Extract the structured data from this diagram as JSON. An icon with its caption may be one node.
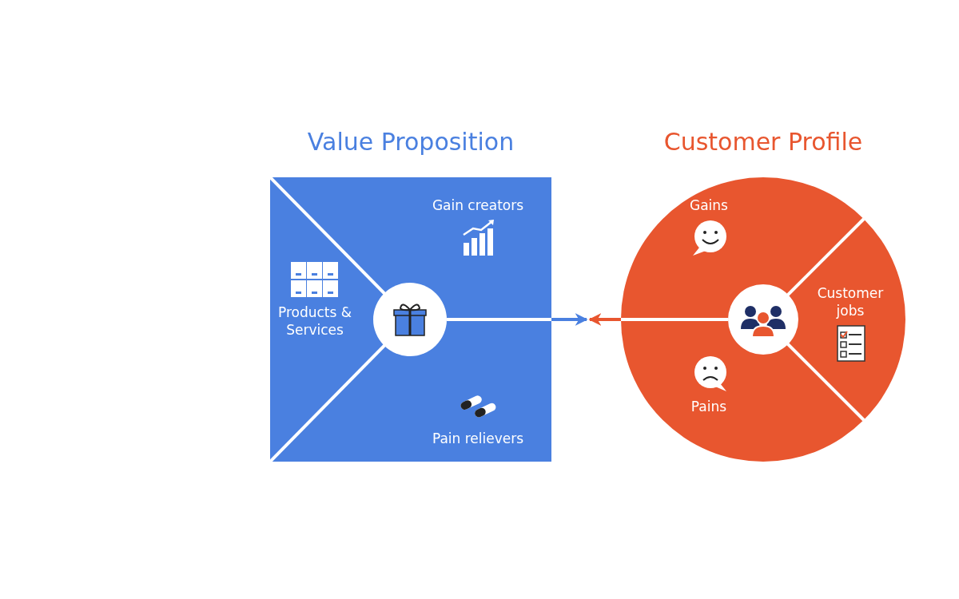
{
  "diagram": {
    "nodes": [
      {
        "text": [
          "Value Proposition"
        ]
      },
      {
        "text": [
          "Gain creators"
        ],
        "in": 0
      },
      {
        "text": [
          "Products & Services"
        ],
        "in": 0
      },
      {
        "text": [
          "Pain relievers"
        ],
        "in": 0
      },
      {
        "text": [],
        "shape": "circle",
        "in": 0
      },
      {
        "text": [
          "Customer Profile"
        ]
      },
      {
        "text": [
          "Gains"
        ],
        "in": 5
      },
      {
        "text": [
          "Customer jobs"
        ],
        "in": 5
      },
      {
        "text": [
          "Pains"
        ],
        "in": 5
      },
      {
        "text": [],
        "shape": "circle",
        "in": 5
      }
    ],
    "edges": [
      {
        "from": 4,
        "to": null,
        "arrow": "to",
        "color": "#4a80e0"
      },
      {
        "from": 9,
        "to": null,
        "arrow": "to",
        "color": "#e8562f"
      }
    ]
  }
}
